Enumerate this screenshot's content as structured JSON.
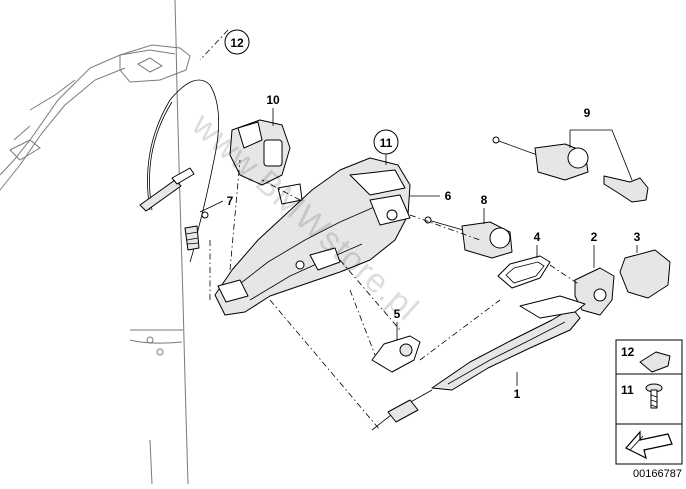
{
  "callouts": {
    "c1": "1",
    "c2": "2",
    "c3": "3",
    "c4": "4",
    "c5": "5",
    "c6": "6",
    "c7": "7",
    "c8": "8",
    "c9": "9",
    "c10": "10",
    "c11": "11",
    "c12": "12"
  },
  "legend": {
    "item12": "12",
    "item11": "11"
  },
  "watermark": "www.BMWstore.pl",
  "part_number": "00166787"
}
